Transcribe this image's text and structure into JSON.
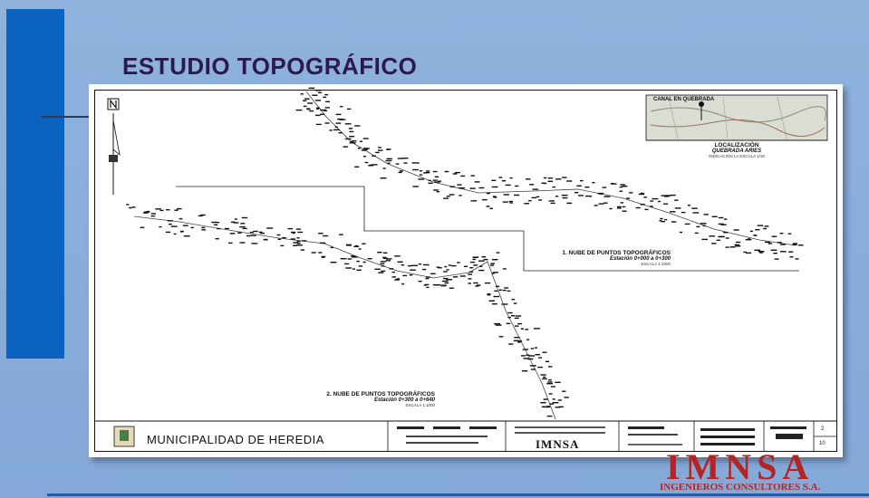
{
  "slide": {
    "title": "ESTUDIO TOPOGRÁFICO",
    "brand_logo": "IMNSA",
    "brand_subtitle": "INGENIEROS CONSULTORES S.A."
  },
  "drawing": {
    "locator": {
      "canal_label": "CANAL EN QUEBRADA",
      "title": "LOCALIZACIÓN",
      "subtitle": "QUEBRADA ARIES",
      "scale": "INDICACIÓN LA ESCALA 1/10"
    },
    "cloud_1": {
      "title": "1. NUBE DE PUNTOS TOPOGRÁFICOS",
      "subtitle": "Estación 0+000 a 0+300",
      "scale": "ESCALA 1:1000"
    },
    "cloud_2": {
      "title": "2. NUBE DE PUNTOS TOPOGRÁFICOS",
      "subtitle": "Estación 0+300 a 0+640",
      "scale": "ESCALA 1:1000"
    },
    "titleblock": {
      "municipality": "MUNICIPALIDAD DE HEREDIA",
      "company": "IMNSA",
      "sheet": "2",
      "total_sheets": "10"
    }
  }
}
